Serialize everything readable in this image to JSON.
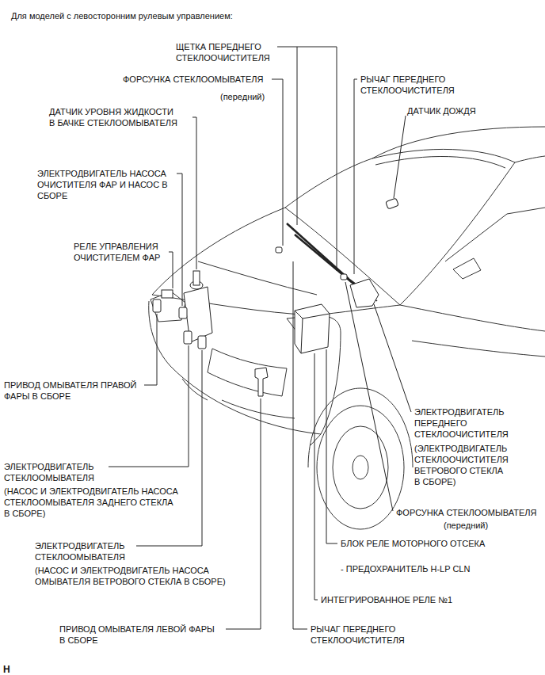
{
  "diagram": {
    "title": "Для моделей с левосторонним рулевым управлением:",
    "labels": [
      "ЩЕТКА ПЕРЕДНЕГО СТЕКЛООЧИСТИТЕЛЯ",
      "ФОРСУНКА СТЕКЛООМЫВАТЕЛЯ",
      "(передний)",
      "РЫЧАГ ПЕРЕДНЕГО СТЕКЛООЧИСТИТЕЛЯ",
      "ДАТЧИК ДОЖДЯ",
      "ДАТЧИК УРОВНЯ ЖИДКОСТИ В БАЧКЕ СТЕКЛООМЫВАТЕЛЯ",
      "ЭЛЕКТРОДВИГАТЕЛЬ НАСОСА ОЧИСТИТЕЛЯ ФАР И НАСОС В СБОРЕ",
      "РЕЛЕ УПРАВЛЕНИЯ ОЧИСТИТЕЛЕМ ФАР",
      "ПРИВОД ОМЫВАТЕЛЯ ПРАВОЙ ФАРЫ В СБОРЕ",
      "ЭЛЕКТРОДВИГАТЕЛЬ ПЕРЕДНЕГО СТЕКЛООЧИСТИТЕЛЯ",
      "(ЭЛЕКТРОДВИГАТЕЛЬ СТЕКЛООЧИСТИТЕЛЯ ВЕТРОВОГО СТЕКЛА В СБОРЕ)",
      "ЭЛЕКТРОДВИГАТЕЛЬ СТЕКЛООМЫВАТЕЛЯ",
      "(НАСОС И ЭЛЕКТРОДВИГАТЕЛЬ НАСОСА СТЕКЛООМЫВАТЕЛЯ ЗАДНЕГО СТЕКЛА В СБОРЕ)",
      "ФОРСУНКА СТЕКЛООМЫВАТЕЛЯ",
      "(передний)",
      "БЛОК РЕЛЕ МОТОРНОГО ОТСЕКА",
      "- ПРЕДОХРАНИТЕЛЬ H-LP CLN",
      "ЭЛЕКТРОДВИГАТЕЛЬ СТЕКЛООМЫВАТЕЛЯ",
      "(НАСОС И ЭЛЕКТРОДВИГАТЕЛЬ НАСОСА ОМЫВАТЕЛЯ ВЕТРОВОГО СТЕКЛА В СБОРЕ)",
      "ИНТЕГРИРОВАННОЕ РЕЛЕ №1",
      "ПРИВОД ОМЫВАТЕЛЯ ЛЕВОЙ ФАРЫ В СБОРЕ",
      "РЫЧАГ ПЕРЕДНЕГО СТЕКЛООЧИСТИТЕЛЯ",
      "H"
    ]
  }
}
